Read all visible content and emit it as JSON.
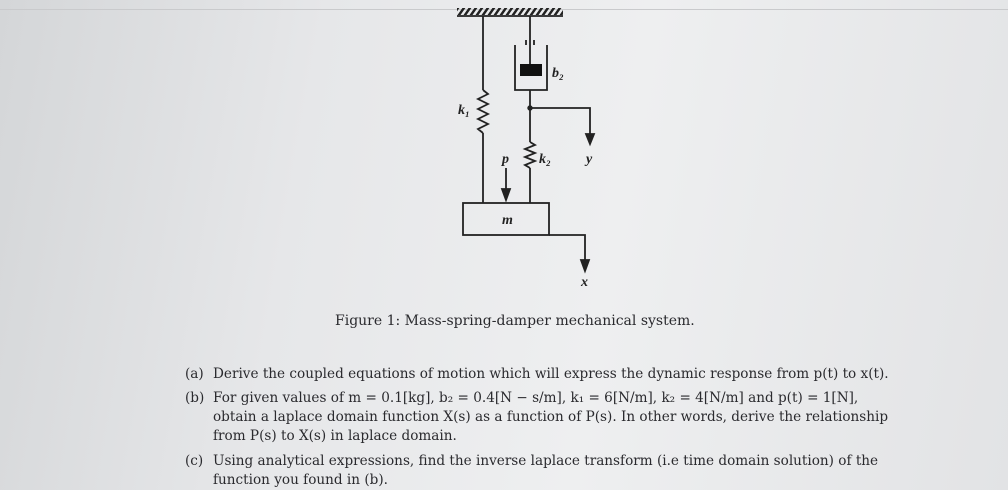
{
  "figure": {
    "labels": {
      "k1": "k₁",
      "b2": "b₂",
      "p": "p",
      "k2": "k₂",
      "y": "y",
      "m": "m",
      "x": "x"
    },
    "caption": "Figure 1: Mass-spring-damper mechanical system."
  },
  "questions": [
    {
      "tag": "(a)",
      "lines": [
        "Derive the coupled equations of motion which will express the dynamic response from p(t) to x(t)."
      ]
    },
    {
      "tag": "(b)",
      "lines": [
        "For given values of m = 0.1[kg], b₂ = 0.4[N − s/m], k₁ = 6[N/m], k₂ = 4[N/m] and p(t) = 1[N],",
        "obtain a laplace domain function X(s) as a function of P(s). In other words, derive the relationship",
        "from P(s) to X(s) in laplace domain."
      ]
    },
    {
      "tag": "(c)",
      "lines": [
        "Using analytical expressions, find the inverse laplace transform (i.e time domain solution) of the",
        "function you found in (b)."
      ]
    }
  ]
}
